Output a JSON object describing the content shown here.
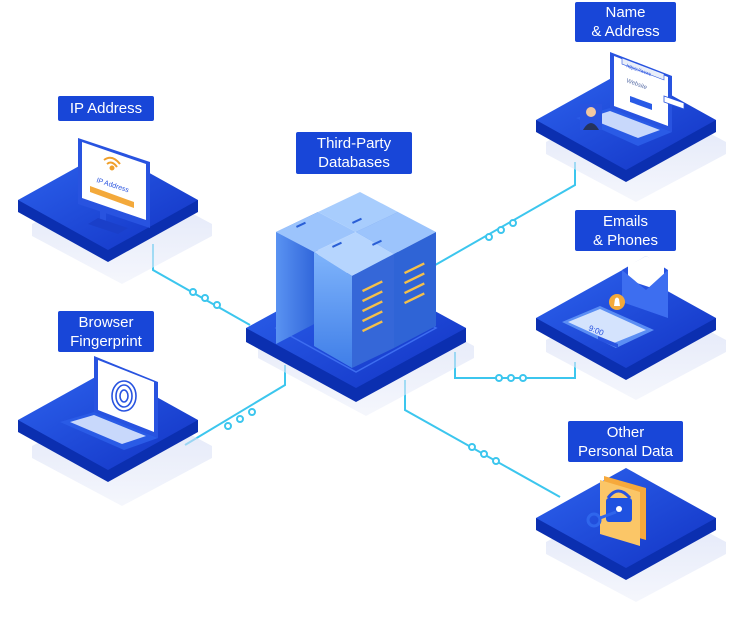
{
  "labels": {
    "ip_address": "IP Address",
    "browser_fingerprint": [
      "Browser",
      "Fingerprint"
    ],
    "third_party": [
      "Third-Party",
      "Databases"
    ],
    "name_address": [
      "Name",
      "& Address"
    ],
    "emails_phones": [
      "Emails",
      "& Phones"
    ],
    "other_personal": [
      "Other",
      "Personal Data"
    ]
  },
  "screen_text": {
    "ip_screen": "IP Address",
    "website_url": "https://www.",
    "website_title": "Website",
    "phone_time": "9:00"
  },
  "colors": {
    "label_bg": "#1846d8",
    "platform_top": "#1e4fe0",
    "platform_side": "#0b2fb0",
    "connector": "#3cc6ee",
    "server_body": "#4a8df0",
    "server_vent": "#f4c04a"
  },
  "icons": [
    "monitor-icon",
    "wifi-icon",
    "laptop-icon",
    "fingerprint-icon",
    "server-rack-icon",
    "user-avatar-icon",
    "envelope-icon",
    "phone-icon",
    "bell-icon",
    "folder-icon",
    "lock-icon",
    "key-icon"
  ]
}
